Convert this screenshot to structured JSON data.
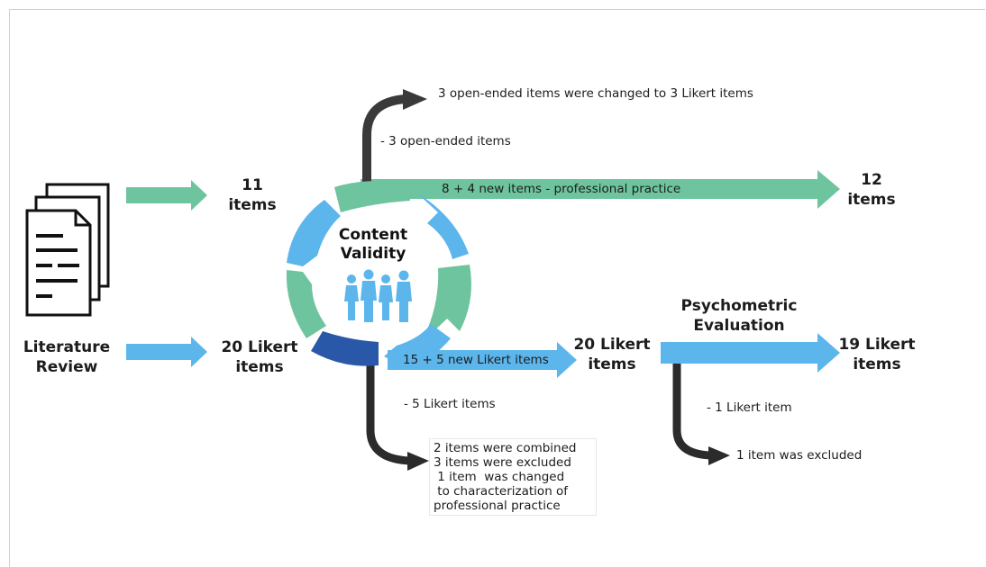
{
  "colors": {
    "green": "#6ec49e",
    "blue": "#5cb6ec",
    "dark_blue": "#2a58a8",
    "dark_gray": "#333333",
    "black": "#111111"
  },
  "icons": {
    "documents": "stacked-documents-icon",
    "people": "group-of-people-icon"
  },
  "input": {
    "source_label": "Literature\nReview",
    "green_count": "11\nitems",
    "blue_count": "20 Likert\nitems"
  },
  "center": {
    "title": "Content\nValidity"
  },
  "top_branch": {
    "removed": "- 3 open-ended items",
    "result": "3 open-ended items were changed to 3 Likert  items"
  },
  "green_flow": {
    "label": "8  + 4 new items - professional practice",
    "result": "12\nitems"
  },
  "blue_flow": {
    "label": "15 + 5  new Likert items",
    "result": "20  Likert\nitems"
  },
  "bottom_branch": {
    "removed": "- 5  Likert items",
    "notes": [
      "2 items were combined",
      "3 items were excluded",
      " 1 item  was changed",
      " to characterization of",
      "professional practice"
    ]
  },
  "psychometric": {
    "title": "Psychometric\nEvaluation",
    "removed": "- 1  Likert item",
    "excluded": "1 item was excluded",
    "result": "19 Likert\nitems"
  }
}
